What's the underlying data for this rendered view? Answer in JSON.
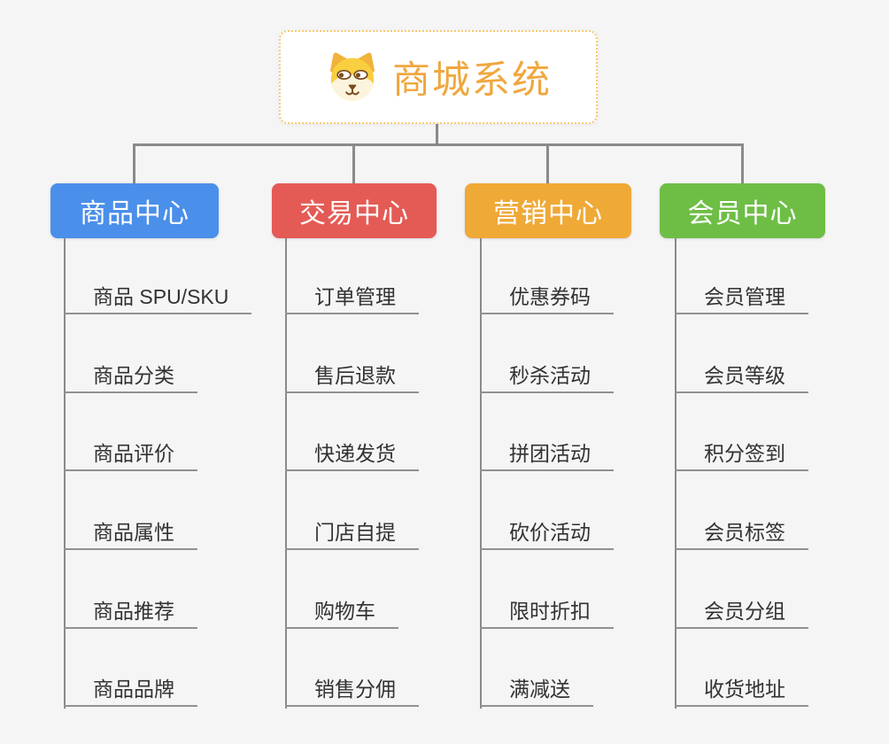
{
  "root": {
    "title": "商城系统",
    "icon": "dog-face-icon"
  },
  "branches": [
    {
      "label": "商品中心",
      "color": "#4a8fe9",
      "children": [
        "商品 SPU/SKU",
        "商品分类",
        "商品评价",
        "商品属性",
        "商品推荐",
        "商品品牌"
      ]
    },
    {
      "label": "交易中心",
      "color": "#e45b55",
      "children": [
        "订单管理",
        "售后退款",
        "快递发货",
        "门店自提",
        "购物车",
        "销售分佣"
      ]
    },
    {
      "label": "营销中心",
      "color": "#efa937",
      "children": [
        "优惠券码",
        "秒杀活动",
        "拼团活动",
        "砍价活动",
        "限时折扣",
        "满减送"
      ]
    },
    {
      "label": "会员中心",
      "color": "#6ebe46",
      "children": [
        "会员管理",
        "会员等级",
        "积分签到",
        "会员标签",
        "会员分组",
        "收货地址"
      ]
    }
  ],
  "colors": {
    "background": "#f5f5f6",
    "root_accent": "#f0a73e",
    "root_border": "#f7c872",
    "connector_gray": "#8a8a8a",
    "underline_gray": "#919191",
    "child_text": "#323232"
  }
}
